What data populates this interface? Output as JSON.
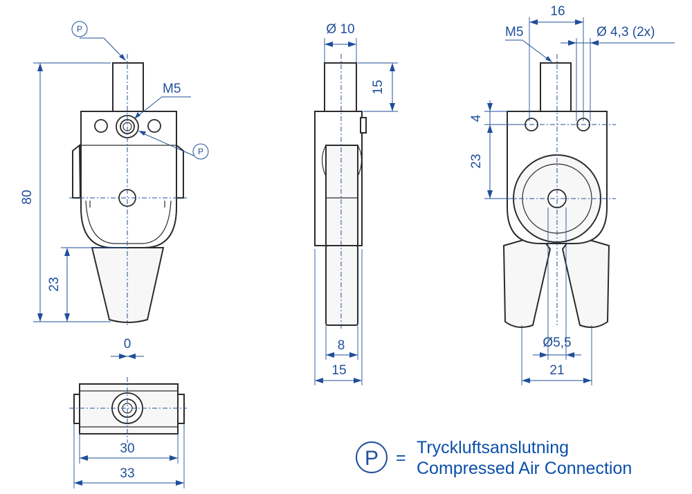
{
  "front_view": {
    "p_top": "P",
    "p_side": "P",
    "thread": "M5",
    "height_total": "80",
    "height_lower": "23",
    "offset": "0"
  },
  "side_view": {
    "diameter": "Ø 10",
    "pin_length": "15",
    "jaw_width": "8",
    "body_width": "15"
  },
  "right_view": {
    "hole_spacing": "16",
    "hole_diameter": "Ø 4,3 (2x)",
    "thread": "M5",
    "hole_offset": "4",
    "height": "23",
    "bore_diameter": "Ø5,5",
    "width": "21"
  },
  "bottom_view": {
    "inner_width": "30",
    "outer_width": "33"
  },
  "legend": {
    "symbol": "P",
    "equals": "=",
    "line1": "Tryckluftsanslutning",
    "line2": "Compressed Air Connection"
  }
}
